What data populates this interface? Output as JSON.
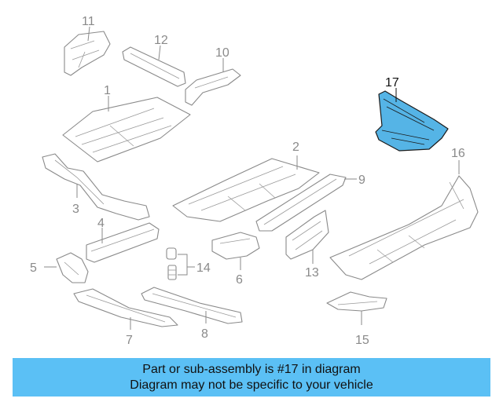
{
  "diagram": {
    "callouts": {
      "p1": "1",
      "p2": "2",
      "p3": "3",
      "p4": "4",
      "p5": "5",
      "p6": "6",
      "p7": "7",
      "p8": "8",
      "p9": "9",
      "p10": "10",
      "p11": "11",
      "p12": "12",
      "p13": "13",
      "p14": "14",
      "p15": "15",
      "p16": "16",
      "p17": "17"
    },
    "highlighted_part": "17",
    "highlight_color": "#55b4e6"
  },
  "banner": {
    "line1": "Part or sub-assembly is #17 in diagram",
    "line2": "Diagram may not be specific to your vehicle",
    "background": "#5bc0f5"
  }
}
